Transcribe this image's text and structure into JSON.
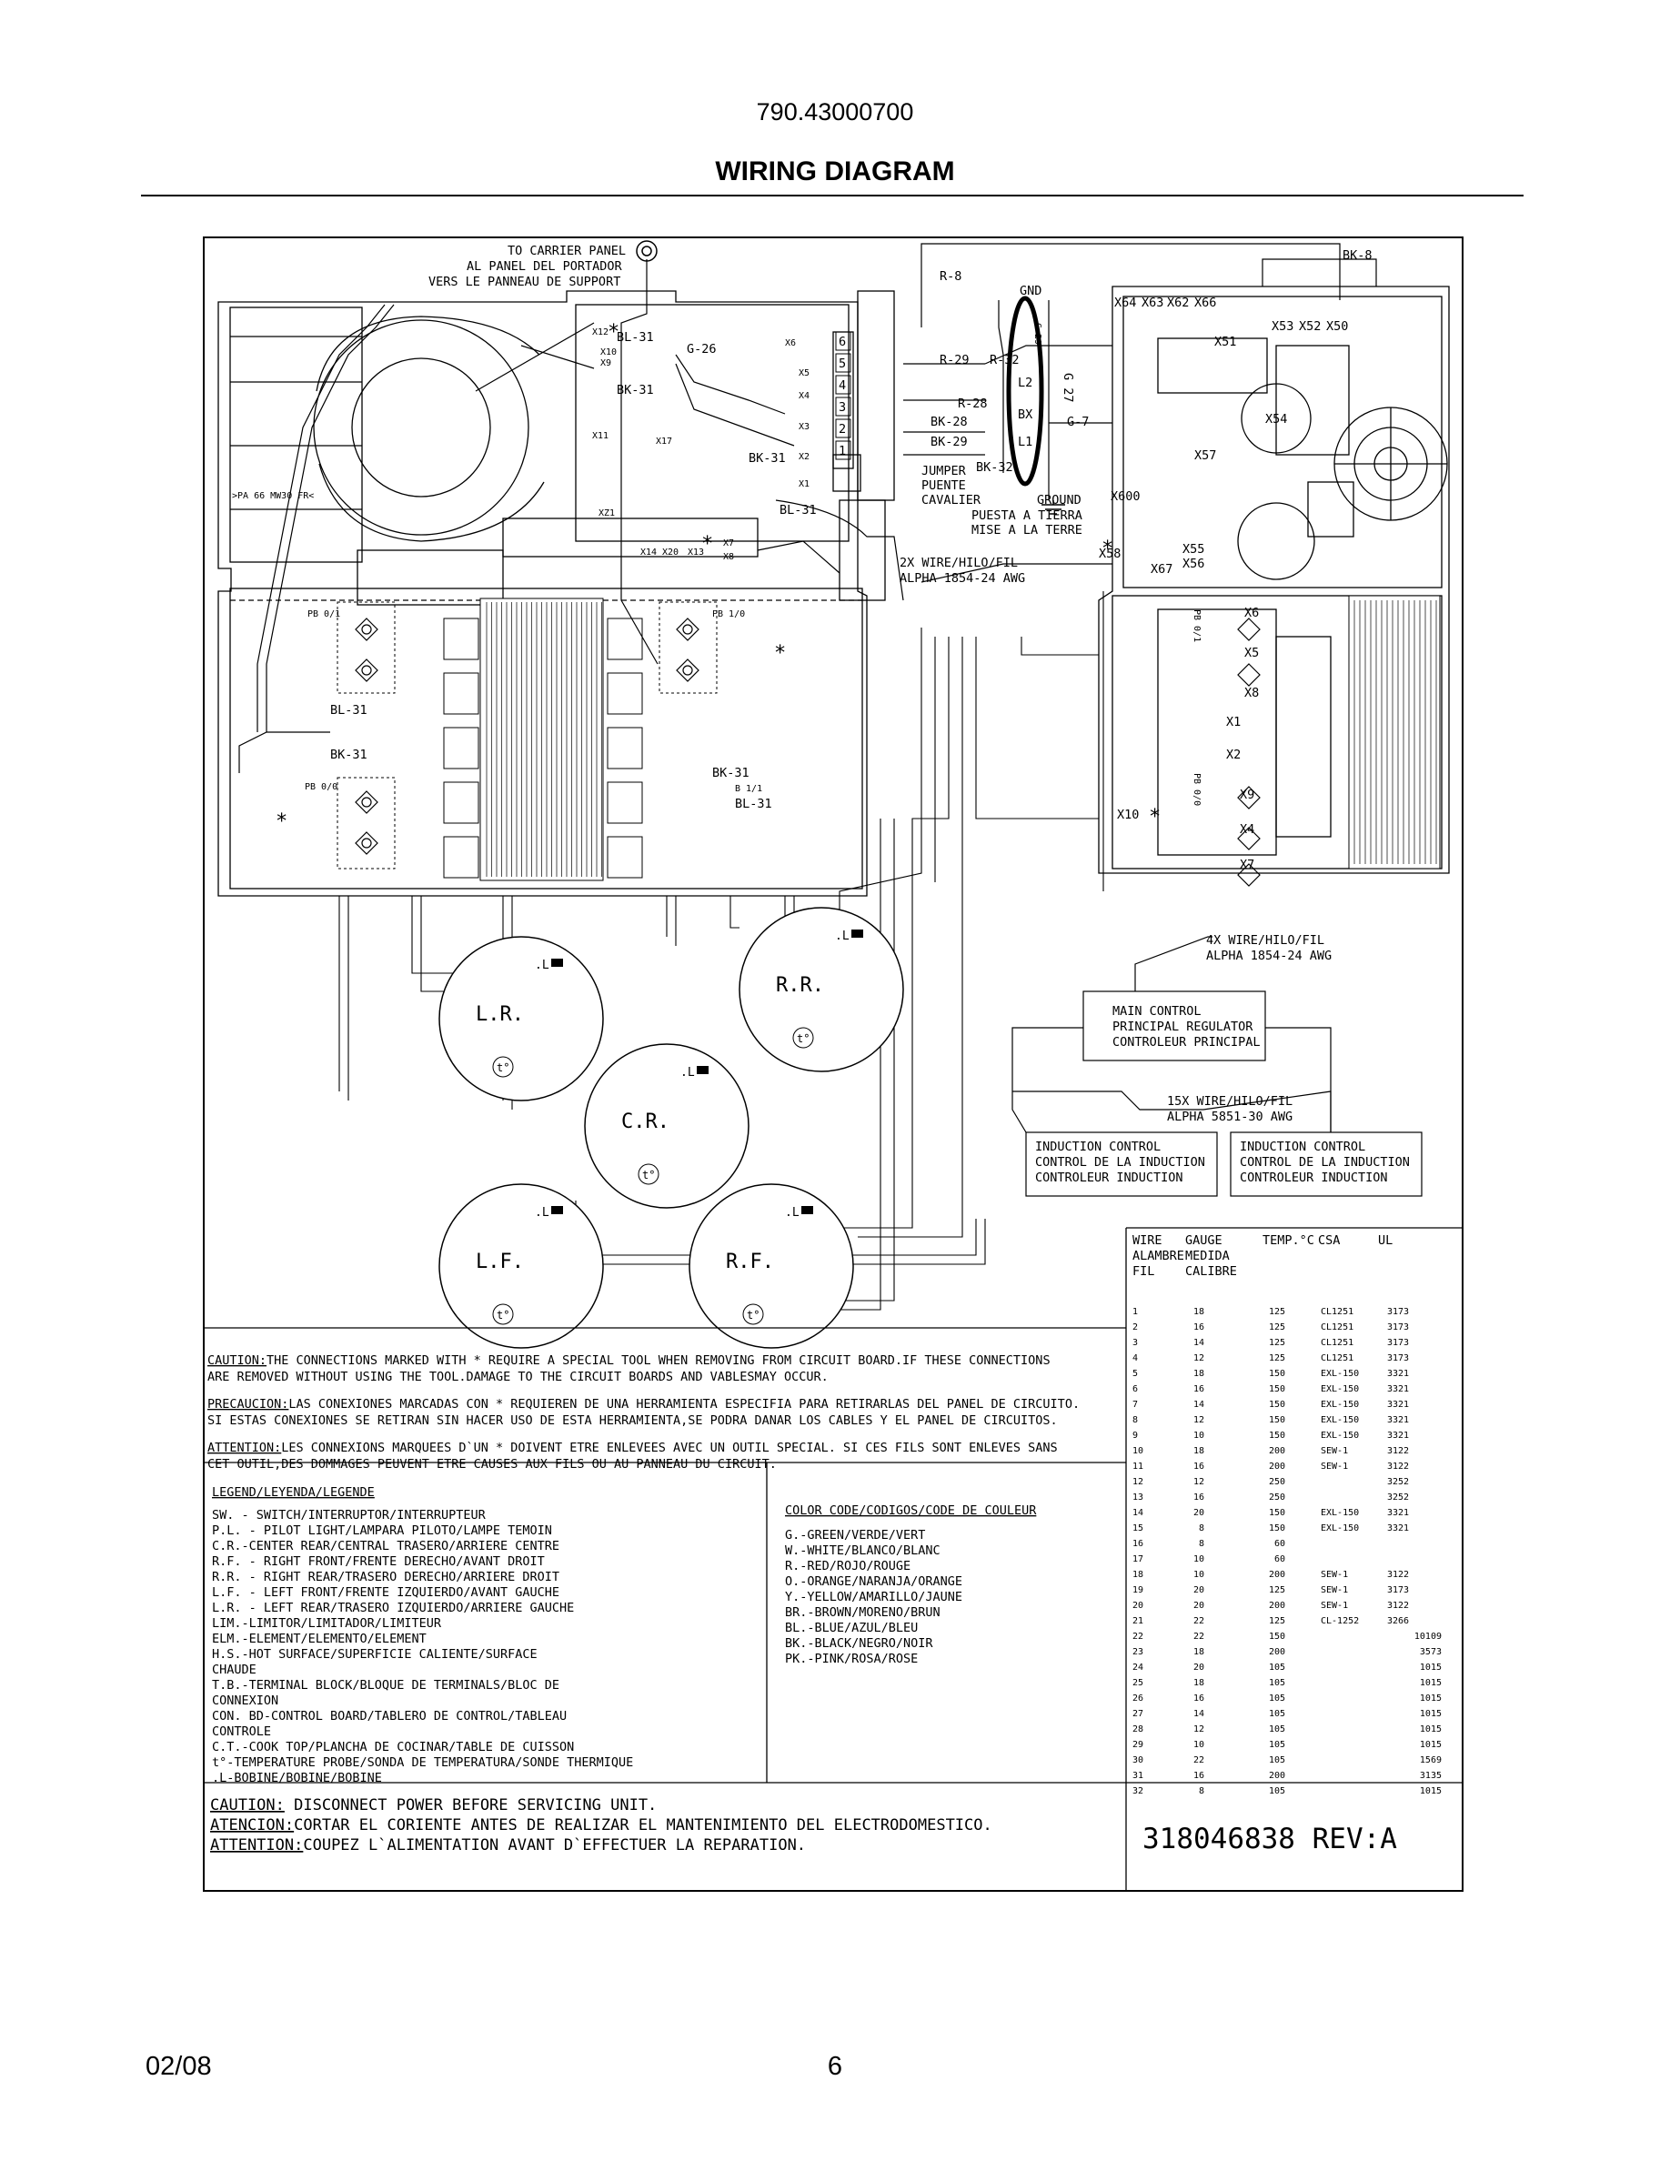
{
  "header": {
    "model": "790.43000700",
    "title": "WIRING DIAGRAM"
  },
  "footer": {
    "date": "02/08",
    "page": "6"
  },
  "carrier": [
    "TO CARRIER PANEL",
    "AL PANEL DEL PORTADOR",
    "VERS LE PANNEAU DE SUPPORT"
  ],
  "wire_labels": {
    "bk8_top": "BK-8",
    "r8": "R-8",
    "gnd": "GND",
    "g26": "G-26",
    "r29": "R-29",
    "r32": "R-32",
    "r28": "R-28",
    "bk28": "BK-28",
    "bk29": "BK-29",
    "bk32": "BK-32",
    "g27": "G 27",
    "g7": "G-7",
    "g29": "G-29",
    "l2": "L2",
    "bx": "BX",
    "l1": "L1",
    "bl31_a": "BL-31",
    "bk31_a": "BK-31",
    "bk31_b": "BK-31",
    "bl31_b": "BL-31",
    "bl31_c": "BL-31",
    "bk31_c": "BK-31",
    "bk31_d": "BK-31",
    "b11": "B 1/1",
    "bl31_d": "BL-31"
  },
  "jumper": [
    "JUMPER",
    "PUENTE",
    "CAVALIER"
  ],
  "ground": [
    "GROUND",
    "PUESTA A TIERRA",
    "MISE A LA TERRE"
  ],
  "wire_2x": [
    "2X WIRE/HILO/FIL",
    "ALPHA 1854-24 AWG"
  ],
  "wire_4x": [
    "4X WIRE/HILO/FIL",
    "ALPHA 1854-24 AWG"
  ],
  "wire_15x": [
    "15X WIRE/HILO/FIL",
    "ALPHA 5851-30 AWG"
  ],
  "pa_mark": ">PA 66 MW30 FR<",
  "main_control": [
    "MAIN CONTROL",
    "PRINCIPAL REGULATOR",
    "CONTROLEUR PRINCIPAL"
  ],
  "induction_control": [
    "INDUCTION CONTROL",
    "CONTROL DE LA INDUCTION",
    "CONTROLEUR INDUCTION"
  ],
  "terminals": [
    "6",
    "5",
    "4",
    "3",
    "2",
    "1"
  ],
  "connectors_main": {
    "x64": "X64",
    "x63": "X63",
    "x62": "X62",
    "x66": "X66",
    "x53": "X53",
    "x52": "X52",
    "x50": "X50",
    "x51": "X51",
    "x54": "X54",
    "x57": "X57",
    "x600": "X600",
    "x58": "X58",
    "x55": "X55",
    "x56": "X56",
    "x67": "X67",
    "x6": "X6",
    "x5": "X5",
    "x8": "X8",
    "x1": "X1",
    "x2": "X2",
    "x9": "X9",
    "x10": "X10",
    "x4": "X4",
    "x7": "X7",
    "pb00": "PB 0/0",
    "pb01": "PB 0/1"
  },
  "connectors_left": {
    "x12": "X12",
    "x10": "X10",
    "x9": "X9",
    "x11": "X11",
    "x17": "X17",
    "x6": "X6",
    "x5": "X5",
    "x4": "X4",
    "x3": "X3",
    "x2": "X2",
    "x1": "X1",
    "xz1": "XZ1",
    "x7": "X7",
    "x8": "X8",
    "x14": "X14",
    "x20": "X20",
    "x13": "X13",
    "pb01": "PB 0/1",
    "pb10": "PB 1/0",
    "pb00": "PB 0/0"
  },
  "elements": [
    {
      "name": "L.R.",
      "coil": ".L",
      "probe": "t°"
    },
    {
      "name": "R.R.",
      "coil": ".L",
      "probe": "t°"
    },
    {
      "name": "C.R.",
      "coil": ".L",
      "probe": "t°"
    },
    {
      "name": "L.F.",
      "coil": ".L",
      "probe": "t°"
    },
    {
      "name": "R.F.",
      "coil": ".L",
      "probe": "t°"
    }
  ],
  "cautions": [
    {
      "key": "CAUTION:",
      "text": "THE CONNECTIONS MARKED WITH * REQUIRE A SPECIAL TOOL WHEN REMOVING FROM  CIRCUIT BOARD.IF THESE CONNECTIONS",
      "text2": " ARE REMOVED WITHOUT USING THE TOOL.DAMAGE TO THE CIRCUIT BOARDS AND VABLESMAY OCCUR."
    },
    {
      "key": "PRECAUCION:",
      "text": "LAS CONEXIONES MARCADAS CON * REQUIEREN DE UNA HERRAMIENTA ESPECIFIA PARA RETIRARLAS DEL PANEL DE CIRCUITO.",
      "text2": "SI ESTAS CONEXIONES SE RETIRAN SIN HACER USO DE ESTA HERRAMIENTA,SE PODRA DANAR LOS CABLES Y EL PANEL DE CIRCUITOS."
    },
    {
      "key": "ATTENTION:",
      "text": "LES CONNEXIONS MARQUEES D`UN * DOIVENT ETRE ENLEVEES AVEC UN OUTIL SPECIAL. SI CES FILS SONT ENLEVES SANS",
      "text2": "CET OUTIL,DES DOMMAGES PEUVENT ETRE CAUSES AUX FILS OU AU PANNEAU DU CIRCUIT."
    }
  ],
  "legend": {
    "title": "LEGEND/LEYENDA/LEGENDE",
    "items": [
      "SW.   - SWITCH/INTERRUPTOR/INTERRUPTEUR",
      "P.L.  - PILOT LIGHT/LAMPARA PILOTO/LAMPE TEMOIN",
      "C.R.-CENTER REAR/CENTRAL TRASERO/ARRIERE CENTRE",
      "R.F. - RIGHT FRONT/FRENTE DERECHO/AVANT DROIT",
      "R.R. - RIGHT REAR/TRASERO DERECHO/ARRIERE DROIT",
      "L.F. - LEFT FRONT/FRENTE IZQUIERDO/AVANT GAUCHE",
      "L.R. - LEFT REAR/TRASERO IZQUIERDO/ARRIERE GAUCHE",
      "LIM.-LIMITOR/LIMITADOR/LIMITEUR",
      "ELM.-ELEMENT/ELEMENTO/ELEMENT",
      "H.S.-HOT SURFACE/SUPERFICIE CALIENTE/SURFACE",
      "     CHAUDE",
      "T.B.-TERMINAL BLOCK/BLOQUE DE TERMINALS/BLOC DE",
      "     CONNEXION",
      "CON. BD-CONTROL BOARD/TABLERO DE CONTROL/TABLEAU",
      "     CONTROLE",
      "C.T.-COOK TOP/PLANCHA DE COCINAR/TABLE DE CUISSON",
      "t°-TEMPERATURE PROBE/SONDA DE TEMPERATURA/SONDE THERMIQUE",
      ".L-BOBINE/BOBINE/BOBINE"
    ]
  },
  "color_code": {
    "title": "COLOR CODE/CODIGOS/CODE DE COULEUR",
    "items": [
      "G.-GREEN/VERDE/VERT",
      "W.-WHITE/BLANCO/BLANC",
      "R.-RED/ROJO/ROUGE",
      "O.-ORANGE/NARANJA/ORANGE",
      "Y.-YELLOW/AMARILLO/JAUNE",
      "BR.-BROWN/MORENO/BRUN",
      "BL.-BLUE/AZUL/BLEU",
      "BK.-BLACK/NEGRO/NOIR",
      "PK.-PINK/ROSA/ROSE"
    ]
  },
  "wire_table": {
    "headers": [
      [
        "WIRE",
        "ALAMBRE",
        "FIL"
      ],
      [
        "GAUGE",
        "MEDIDA",
        "CALIBRE"
      ],
      [
        "TEMP.°C"
      ],
      [
        "CSA"
      ],
      [
        "UL"
      ]
    ],
    "rows": [
      [
        "1",
        "18",
        "125",
        "CL1251",
        "3173"
      ],
      [
        "2",
        "16",
        "125",
        "CL1251",
        "3173"
      ],
      [
        "3",
        "14",
        "125",
        "CL1251",
        "3173"
      ],
      [
        "4",
        "12",
        "125",
        "CL1251",
        "3173"
      ],
      [
        "5",
        "18",
        "150",
        "EXL-150",
        "3321"
      ],
      [
        "6",
        "16",
        "150",
        "EXL-150",
        "3321"
      ],
      [
        "7",
        "14",
        "150",
        "EXL-150",
        "3321"
      ],
      [
        "8",
        "12",
        "150",
        "EXL-150",
        "3321"
      ],
      [
        "9",
        "10",
        "150",
        "EXL-150",
        "3321"
      ],
      [
        "10",
        "18",
        "200",
        "SEW-1",
        "3122"
      ],
      [
        "11",
        "16",
        "200",
        "SEW-1",
        "3122"
      ],
      [
        "12",
        "12",
        "250",
        "",
        "3252"
      ],
      [
        "13",
        "16",
        "250",
        "",
        "3252"
      ],
      [
        "14",
        "20",
        "150",
        "EXL-150",
        "3321"
      ],
      [
        "15",
        "8",
        "150",
        "EXL-150",
        "3321"
      ],
      [
        "16",
        "8",
        "60",
        "",
        ""
      ],
      [
        "17",
        "10",
        "60",
        "",
        ""
      ],
      [
        "18",
        "10",
        "200",
        "SEW-1",
        "3122"
      ],
      [
        "19",
        "20",
        "125",
        "SEW-1",
        "3173"
      ],
      [
        "20",
        "20",
        "200",
        "SEW-1",
        "3122"
      ],
      [
        "21",
        "22",
        "125",
        "CL-1252",
        "3266"
      ],
      [
        "22",
        "22",
        "150",
        "",
        "10109"
      ],
      [
        "23",
        "18",
        "200",
        "",
        "3573"
      ],
      [
        "24",
        "20",
        "105",
        "",
        "1015"
      ],
      [
        "25",
        "18",
        "105",
        "",
        "1015"
      ],
      [
        "26",
        "16",
        "105",
        "",
        "1015"
      ],
      [
        "27",
        "14",
        "105",
        "",
        "1015"
      ],
      [
        "28",
        "12",
        "105",
        "",
        "1015"
      ],
      [
        "29",
        "10",
        "105",
        "",
        "1015"
      ],
      [
        "30",
        "22",
        "105",
        "",
        "1569"
      ],
      [
        "31",
        "16",
        "200",
        "",
        "3135"
      ],
      [
        "32",
        "8",
        "105",
        "",
        "1015"
      ]
    ]
  },
  "bottom": {
    "cautions": [
      {
        "key": "CAUTION:",
        "text": " DISCONNECT POWER BEFORE SERVICING UNIT."
      },
      {
        "key": "ATENCION:",
        "text": "CORTAR EL CORIENTE ANTES DE REALIZAR EL MANTENIMIENTO DEL ELECTRODOMESTICO."
      },
      {
        "key": "ATTENTION:",
        "text": "COUPEZ L`ALIMENTATION AVANT D`EFFECTUER LA REPARATION."
      }
    ],
    "part_number": "318046838 REV:A"
  }
}
